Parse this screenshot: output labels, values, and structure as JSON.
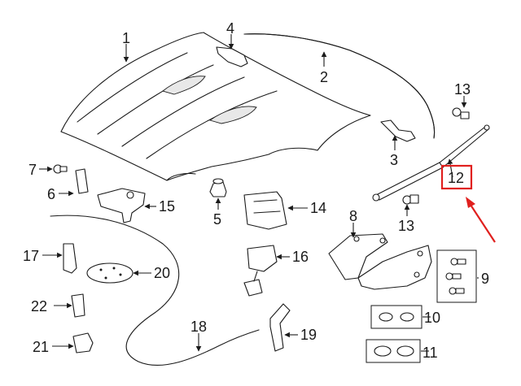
{
  "diagram": {
    "highlight_color": "#e0201e",
    "callouts": {
      "c1": "1",
      "c2": "2",
      "c3": "3",
      "c4": "4",
      "c5": "5",
      "c6": "6",
      "c7": "7",
      "c8": "8",
      "c9": "9",
      "c10": "10",
      "c11": "11",
      "c12": "12",
      "c13a": "13",
      "c13b": "13",
      "c14": "14",
      "c15": "15",
      "c16": "16",
      "c17": "17",
      "c18": "18",
      "c19": "19",
      "c20": "20",
      "c21": "21",
      "c22": "22"
    },
    "highlighted_part": "12"
  }
}
